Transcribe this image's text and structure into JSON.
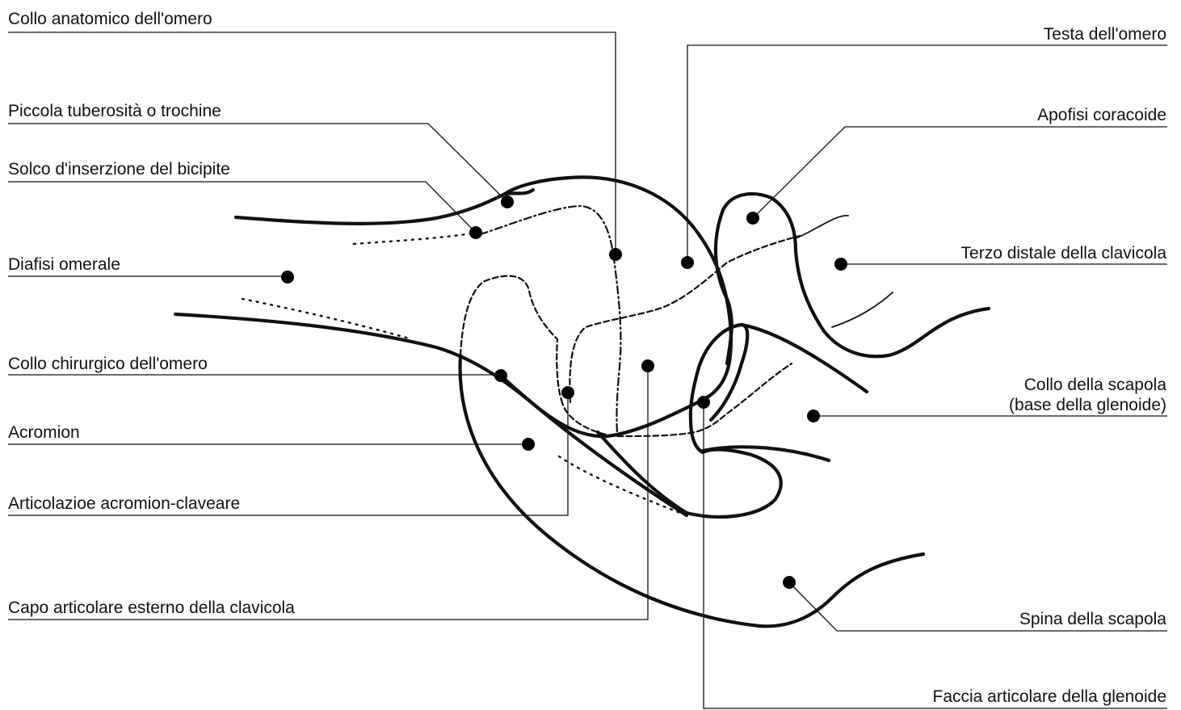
{
  "labels": {
    "collo_anatomico": "Collo anatomico dell'omero",
    "piccola_tuberosita": "Piccola tuberosità o trochine",
    "solco_bicipite": "Solco d'inserzione del bicipite",
    "diafisi": "Diafisi omerale",
    "collo_chirurgico": "Collo chirurgico dell'omero",
    "acromion": "Acromion",
    "articolazione": "Articolazioe acromion-claveare",
    "capo_clavicola": "Capo articolare esterno della clavicola",
    "testa_omero": "Testa dell'omero",
    "apofisi": "Apofisi coracoide",
    "terzo_distale": "Terzo distale della clavicola",
    "collo_scapola_1": "Collo della scapola",
    "collo_scapola_2": "(base della glenoide)",
    "spina_scapola": "Spina della scapola",
    "faccia_glenoide": "Faccia articolare della glenoide"
  }
}
